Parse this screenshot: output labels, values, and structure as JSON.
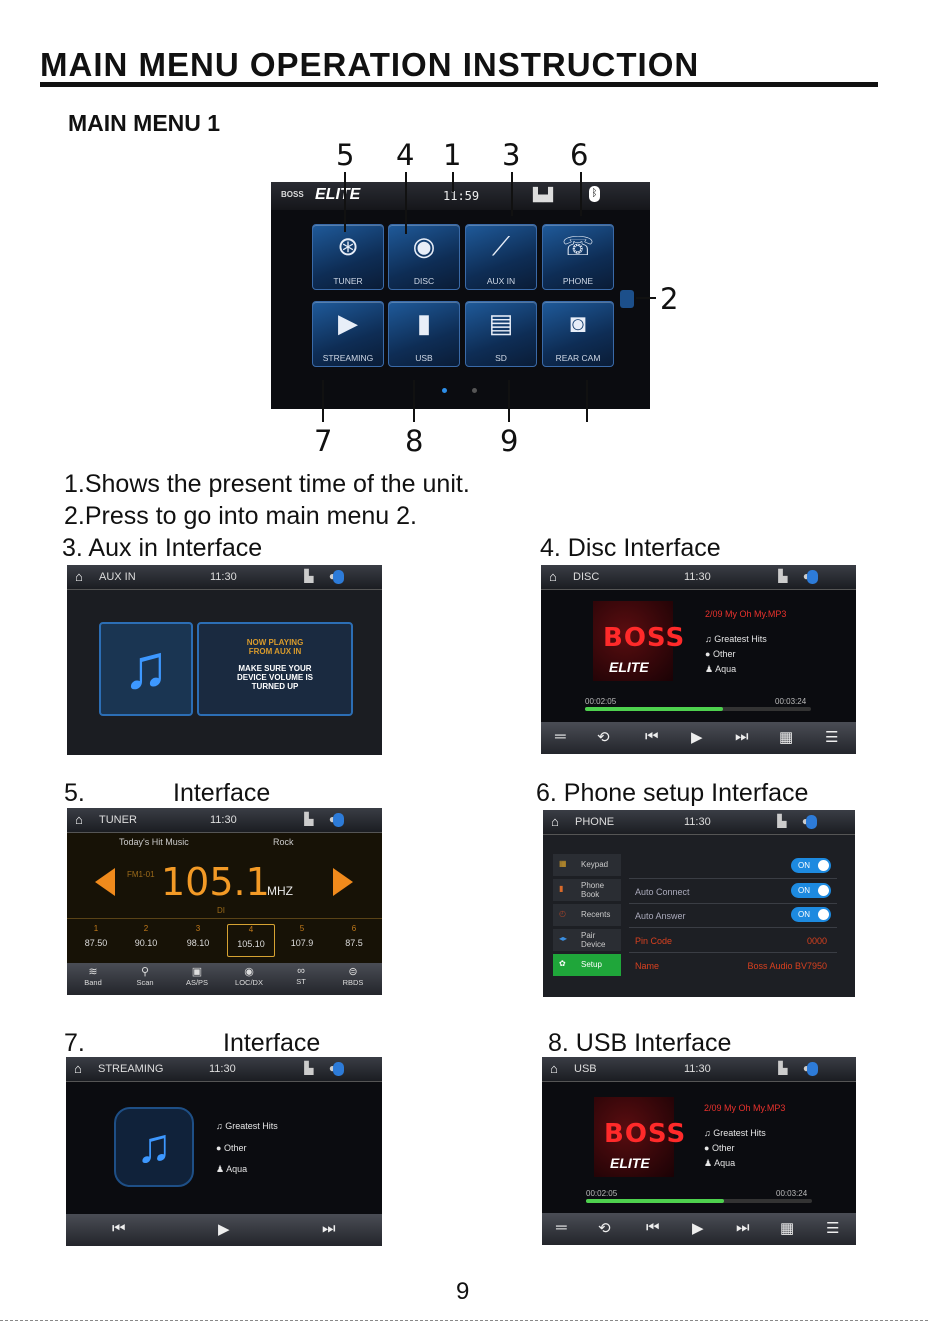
{
  "page": {
    "title": "MAIN MENU OPERATION INSTRUCTION",
    "subtitle": "MAIN MENU 1",
    "page_number": "9"
  },
  "callouts": {
    "c5": "5",
    "c4": "4",
    "c1": "1",
    "c3": "3",
    "c6": "6",
    "c2": "2",
    "c7": "7",
    "c8": "8",
    "c9": "9"
  },
  "main_screen": {
    "brand": "BOSS",
    "brand_sub": "ELITE",
    "time": "11:59",
    "tiles": [
      "TUNER",
      "DISC",
      "AUX IN",
      "PHONE",
      "STREAMING",
      "USB",
      "SD",
      "REAR CAM"
    ]
  },
  "descriptions": {
    "d1": "1.Shows the present time of the unit.",
    "d2": "2.Press to go into main menu 2."
  },
  "captions": {
    "aux": "3. Aux in Interface",
    "disc": "4. Disc Interface",
    "tuner_num": "5.",
    "tuner_word": "Interface",
    "phone": "6. Phone setup Interface",
    "stream_num": "7.",
    "stream_word": "Interface",
    "usb": "8. USB Interface"
  },
  "aux_screen": {
    "title": "AUX IN",
    "time": "11:30",
    "line1": "NOW PLAYING",
    "line2": "FROM AUX IN",
    "line3": "MAKE SURE YOUR",
    "line4": "DEVICE VOLUME IS",
    "line5": "TURNED UP"
  },
  "disc_screen": {
    "title": "DISC",
    "time": "11:30",
    "track": "2/09 My Oh My.MP3",
    "album": "Greatest Hits",
    "artist": "Other",
    "genre": "Aqua",
    "elapsed": "00:02:05",
    "total": "00:03:24",
    "progress": 0.61,
    "art_brand": "BOSS",
    "art_sub": "ELITE"
  },
  "tuner_screen": {
    "title": "TUNER",
    "time": "11:30",
    "rds_text": "Today's Hit Music",
    "genre": "Rock",
    "band": "FM1-01",
    "frequency": "105.1",
    "unit": "MHZ",
    "di": "DI",
    "presets": [
      {
        "n": "1",
        "f": "87.50"
      },
      {
        "n": "2",
        "f": "90.10"
      },
      {
        "n": "3",
        "f": "98.10"
      },
      {
        "n": "4",
        "f": "105.10"
      },
      {
        "n": "5",
        "f": "107.9"
      },
      {
        "n": "6",
        "f": "87.5"
      }
    ],
    "buttons": [
      "Band",
      "Scan",
      "AS/PS",
      "LOC/DX",
      "ST",
      "RBDS"
    ]
  },
  "phone_screen": {
    "title": "PHONE",
    "time": "11:30",
    "menu": [
      "Keypad",
      "Phone Book",
      "Recents",
      "Pair Device",
      "Setup"
    ],
    "rows": [
      {
        "label": "",
        "value": "ON"
      },
      {
        "label": "Auto Connect",
        "value": "ON"
      },
      {
        "label": "Auto Answer",
        "value": "ON"
      },
      {
        "label": "Pin Code",
        "value": "0000"
      },
      {
        "label": "Name",
        "value": "Boss Audio BV7950"
      }
    ]
  },
  "stream_screen": {
    "title": "STREAMING",
    "time": "11:30",
    "album": "Greatest Hits",
    "artist": "Other",
    "genre": "Aqua"
  },
  "usb_screen": {
    "title": "USB",
    "time": "11:30",
    "track": "2/09 My Oh My.MP3",
    "album": "Greatest Hits",
    "artist": "Other",
    "genre": "Aqua",
    "elapsed": "00:02:05",
    "total": "00:03:24",
    "progress": 0.61,
    "art_brand": "BOSS",
    "art_sub": "ELITE"
  }
}
